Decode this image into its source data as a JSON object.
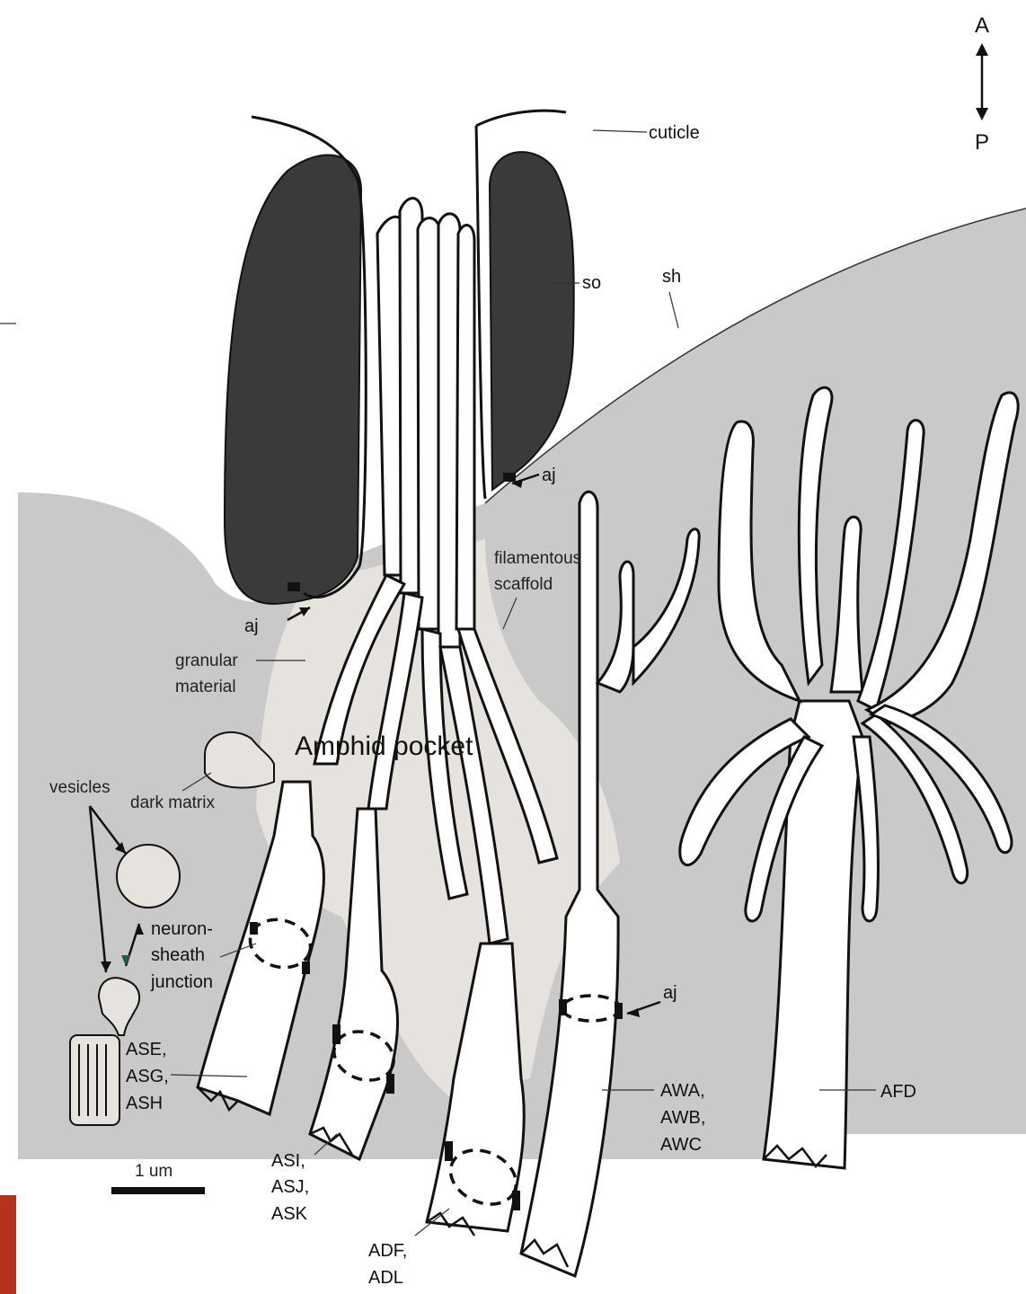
{
  "colors": {
    "sheath": "#c9c9c9",
    "socket": "#3a3a3a",
    "pocket": "#e6e3de",
    "outline": "#111111",
    "accent_bar": "#b5321e"
  },
  "orientation": {
    "anterior": "A",
    "posterior": "P"
  },
  "labels": {
    "cuticle": "cuticle",
    "so": "so",
    "sh": "sh",
    "aj": "aj",
    "filamentous": "filamentous",
    "scaffold": "scaffold",
    "granular": "granular",
    "material": "material",
    "amphid_pocket": "Amphid pocket",
    "vesicles": "vesicles",
    "dark_matrix": "dark matrix",
    "neuron": "neuron-",
    "sheath": "sheath",
    "junction": "junction",
    "ase_group": [
      "ASE,",
      "ASG,",
      "ASH"
    ],
    "asi_group": [
      "ASI,",
      "ASJ,",
      "ASK"
    ],
    "adf_group": [
      "ADF,",
      "ADL"
    ],
    "awa_group": [
      "AWA,",
      "AWB,",
      "AWC"
    ],
    "afd": "AFD"
  },
  "scale_bar": {
    "label": "1 um"
  }
}
